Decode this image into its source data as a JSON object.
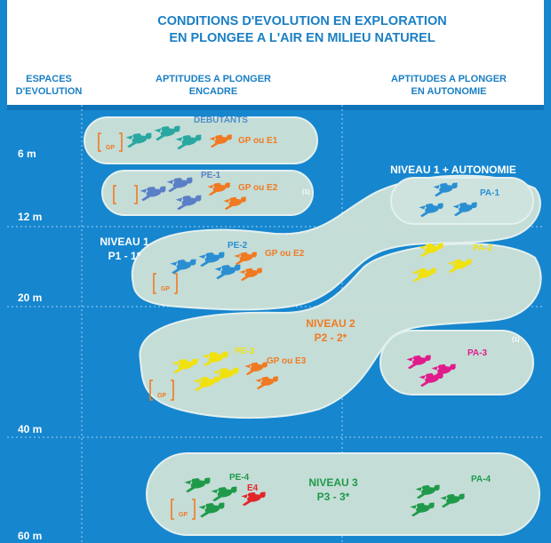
{
  "title": {
    "line1": "CONDITIONS D'EVOLUTION EN EXPLORATION",
    "line2": "EN PLONGEE A L'AIR EN MILIEU NATUREL"
  },
  "columns": {
    "espaces": [
      "ESPACES",
      "D'EVOLUTION"
    ],
    "encadre": [
      "APTITUDES A PLONGER",
      "ENCADRE"
    ],
    "autonomie": [
      "APTITUDES A PLONGER",
      "EN AUTONOMIE"
    ]
  },
  "depths": [
    "6 m",
    "12 m",
    "20 m",
    "40 m",
    "60 m"
  ],
  "encadre": {
    "debutants": {
      "label": "DEBUTANTS",
      "guide": "GP ou E1",
      "note": "GP"
    },
    "pe1": {
      "label": "PE-1",
      "guide": "GP ou E2",
      "note": "(1)"
    },
    "pe2": {
      "label": "PE-2",
      "guide": "GP ou E2"
    },
    "pe3": {
      "label": "PE-3",
      "guide": "GP ou E3",
      "note": "GP"
    },
    "pe4": {
      "label": "PE-4",
      "guide": "E4",
      "note": "GP"
    }
  },
  "autonomie": {
    "header": "NIVEAU 1 + AUTONOMIE",
    "pa1": "PA-1",
    "pa2": "PA-2",
    "pa3": "PA-3",
    "pa3_note": "(1)",
    "pa4": "PA-4"
  },
  "niveaux": {
    "n1": [
      "NIVEAU 1",
      "P1 - 1*"
    ],
    "n2": [
      "NIVEAU 2",
      "P2 - 2*"
    ],
    "n3": [
      "NIVEAU 3",
      "P3 - 3*"
    ],
    "n1_note": "GP"
  },
  "colors": {
    "water": "#1686cf",
    "blob": "#cfe2d8",
    "debutants_diver": "#2aa7a1",
    "pe1_diver": "#5b7fc7",
    "pe2_diver": "#2a8fd2",
    "pe3_diver": "#f0e10f",
    "pe4_diver": "#1f9a4a",
    "pa3_diver": "#e01c8c",
    "orange": "#f07a22",
    "red": "#e3262a"
  }
}
